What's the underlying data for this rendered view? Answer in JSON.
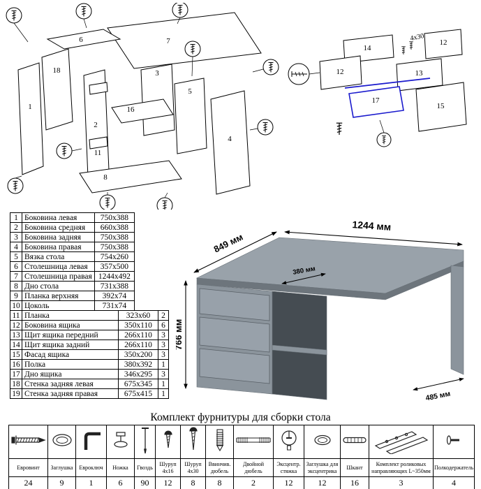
{
  "diagram_main": {
    "labels": {
      "l1": "1",
      "l2": "2",
      "l3": "3",
      "l4": "4",
      "l5": "5",
      "l6": "6",
      "l7": "7",
      "l8": "8",
      "l11": "11",
      "l16": "16",
      "l18": "18"
    }
  },
  "diagram_drawer": {
    "labels": {
      "l12a": "12",
      "l12b": "12",
      "l13": "13",
      "l14": "14",
      "l15": "15",
      "l17": "17"
    },
    "screw_size": "4x30"
  },
  "desk": {
    "dim_depth_left": "849 мм",
    "dim_width_right": "1244 мм",
    "dim_height": "766 мм",
    "dim_inner_depth": "380 мм",
    "dim_side_depth": "485 мм"
  },
  "parts": {
    "a": [
      {
        "num": "1",
        "name": "Боковина левая",
        "size": "750x388"
      },
      {
        "num": "2",
        "name": "Боковина средняя",
        "size": "660x388"
      },
      {
        "num": "3",
        "name": "Боковина задняя",
        "size": "750x388"
      },
      {
        "num": "4",
        "name": "Боковина правая",
        "size": "750x388"
      },
      {
        "num": "5",
        "name": "Вязка стола",
        "size": "754x260"
      },
      {
        "num": "6",
        "name": "Столешница левая",
        "size": "357x500"
      },
      {
        "num": "7",
        "name": "Столешница правая",
        "size": "1244x492"
      },
      {
        "num": "8",
        "name": "Дно стола",
        "size": "731x388"
      },
      {
        "num": "9",
        "name": "Планка верхняя",
        "size": "392x74"
      },
      {
        "num": "10",
        "name": "Цоколь",
        "size": "731x74"
      }
    ],
    "b": [
      {
        "num": "11",
        "name": "Планка",
        "size": "323x60",
        "qty": "2"
      },
      {
        "num": "12",
        "name": "Боковина ящика",
        "size": "350x110",
        "qty": "6"
      },
      {
        "num": "13",
        "name": "Щит ящика передний",
        "size": "266x110",
        "qty": "3"
      },
      {
        "num": "14",
        "name": "Щит ящика задний",
        "size": "266x110",
        "qty": "3"
      },
      {
        "num": "15",
        "name": "Фасад ящика",
        "size": "350x200",
        "qty": "3"
      },
      {
        "num": "16",
        "name": "Полка",
        "size": "380x392",
        "qty": "1"
      },
      {
        "num": "17",
        "name": "Дно ящика",
        "size": "346x295",
        "qty": "3"
      },
      {
        "num": "18",
        "name": "Стенка задняя левая",
        "size": "675x345",
        "qty": "1"
      },
      {
        "num": "19",
        "name": "Стенка задняя правая",
        "size": "675x415",
        "qty": "1"
      }
    ]
  },
  "hardware": {
    "title": "Комплект фурнитуры для сборки стола",
    "items": [
      {
        "label": "Евровинт",
        "qty": "24",
        "icon": "confirmat-screw-icon"
      },
      {
        "label": "Заглушка",
        "qty": "9",
        "icon": "cap-icon"
      },
      {
        "label": "Евроключ",
        "qty": "1",
        "icon": "hex-key-icon"
      },
      {
        "label": "Ножка",
        "qty": "6",
        "icon": "leg-icon"
      },
      {
        "label": "Гвоздь",
        "qty": "90",
        "icon": "nail-icon"
      },
      {
        "label": "Шуруп 4x16",
        "qty": "12",
        "icon": "screw-4x16-icon"
      },
      {
        "label": "Шуруп 4x30",
        "qty": "8",
        "icon": "screw-4x30-icon"
      },
      {
        "label": "Ввинчив. дюбель",
        "qty": "8",
        "icon": "screw-in-dowel-icon"
      },
      {
        "label": "Двойной дюбель",
        "qty": "2",
        "icon": "double-dowel-icon"
      },
      {
        "label": "Эксцентр. стяжка",
        "qty": "12",
        "icon": "cam-lock-icon"
      },
      {
        "label": "Заглушка для эксцентрика",
        "qty": "12",
        "icon": "cam-cap-icon"
      },
      {
        "label": "Шкант",
        "qty": "16",
        "icon": "wood-dowel-icon"
      },
      {
        "label": "Комплект роликовых направляющих L~350мм",
        "qty": "3",
        "icon": "drawer-slides-icon"
      },
      {
        "label": "Полкодержатель",
        "qty": "4",
        "icon": "shelf-pin-icon"
      }
    ]
  },
  "colors": {
    "desk_top": "#99a2aa",
    "desk_front": "#8b949c",
    "drawer_front": "#98a1aa",
    "desk_edge": "#6d757c",
    "desk_interior": "#454c52",
    "highlight": "#1a1acd"
  }
}
